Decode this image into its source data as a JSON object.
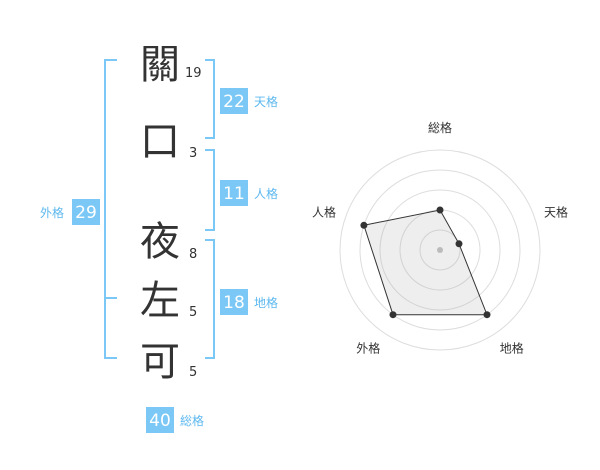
{
  "name_chars": [
    {
      "char": "關",
      "strokes": "19"
    },
    {
      "char": "口",
      "strokes": "3"
    },
    {
      "char": "夜",
      "strokes": "8"
    },
    {
      "char": "左",
      "strokes": "5"
    },
    {
      "char": "可",
      "strokes": "5"
    }
  ],
  "kaku": {
    "tenkaku": {
      "value": "22",
      "label": "天格"
    },
    "jinkaku": {
      "value": "11",
      "label": "人格"
    },
    "chikaku": {
      "value": "18",
      "label": "地格"
    },
    "gaikaku": {
      "value": "29",
      "label": "外格"
    },
    "soukaku": {
      "value": "40",
      "label": "総格"
    }
  },
  "colors": {
    "accent": "#7bc8f6",
    "accent_text": "#5db8ee",
    "text": "#333333"
  },
  "chart_data": {
    "type": "radar",
    "axes": [
      "総格",
      "天格",
      "地格",
      "外格",
      "人格"
    ],
    "values": [
      2,
      1,
      4,
      4,
      4
    ],
    "range": [
      0,
      5
    ],
    "rings": 5
  }
}
